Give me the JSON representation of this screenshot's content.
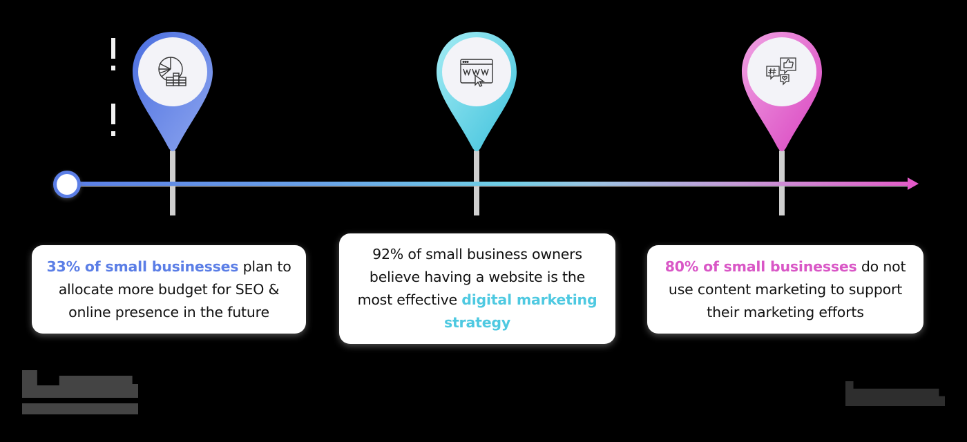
{
  "colors": {
    "background": "#000000",
    "blue": "#5b7ee6",
    "cyan": "#4ec9e1",
    "pink": "#d957c6",
    "stem": "#cfcfcf",
    "text": "#111111"
  },
  "timeline": {
    "start_node": "circle-node",
    "end": "arrow-right",
    "gradient": [
      "#5b7ee6",
      "#6fd0e6",
      "#e25ec9"
    ]
  },
  "milestones": [
    {
      "icon": "pie-chart-coins-icon",
      "pin_color": "#5b7ee6",
      "highlight": "33% of small businesses",
      "text_after_highlight": " plan to allocate more budget for SEO & online presence in the future",
      "text_before_highlight": ""
    },
    {
      "icon": "www-browser-cursor-icon",
      "pin_color": "#4ec9e1",
      "text_before_highlight": "92% of small business owners believe having a website is the most effective ",
      "highlight": "digital marketing strategy",
      "text_after_highlight": ""
    },
    {
      "icon": "social-chat-hashtag-like-icon",
      "pin_color": "#d957c6",
      "highlight": "80% of small businesses",
      "text_after_highlight": " do not use content marketing to support their marketing efforts",
      "text_before_highlight": ""
    }
  ],
  "logos": {
    "left": "brand-logo-obscured",
    "right": "brand-logo-obscured"
  }
}
